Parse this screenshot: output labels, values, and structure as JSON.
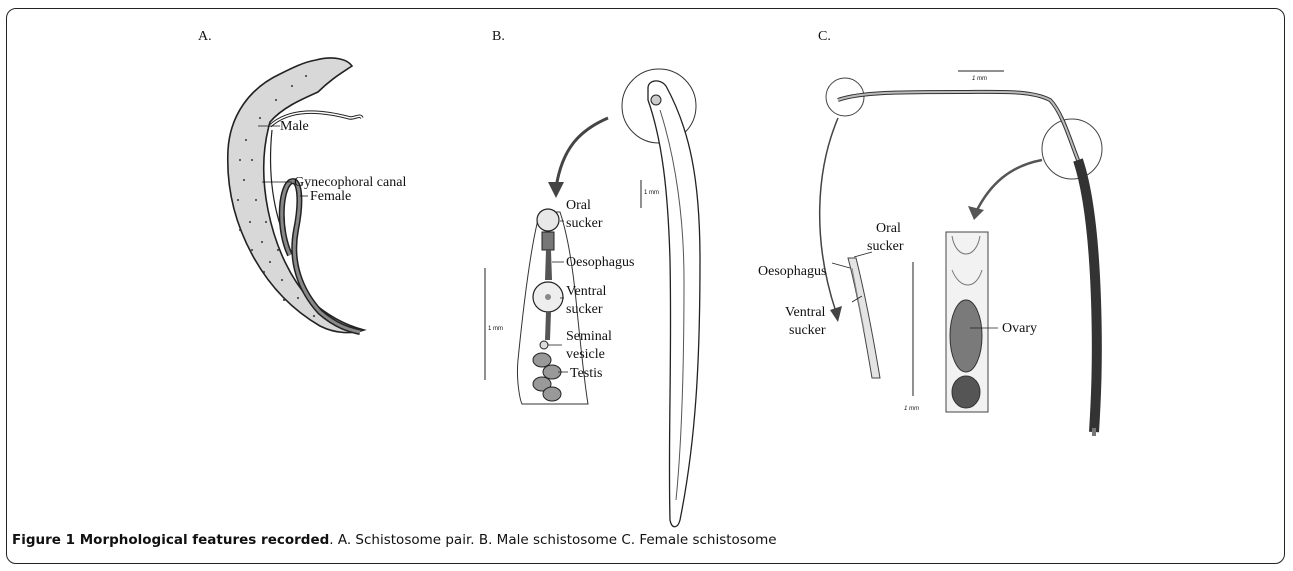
{
  "figure": {
    "panels": {
      "a": "A.",
      "b": "B.",
      "c": "C."
    },
    "panel_a_labels": {
      "male": "Male",
      "canal": "Gynecophoral canal",
      "female": "Female"
    },
    "panel_b_labels": {
      "oral_1": "Oral",
      "oral_2": "sucker",
      "oesophagus": "Oesophagus",
      "ventral_1": "Ventral",
      "ventral_2": "sucker",
      "seminal_1": "Seminal",
      "seminal_2": "vesicle",
      "testis": "Testis",
      "scale_1": "1 mm",
      "scale_2": "1 mm"
    },
    "panel_c_labels": {
      "oral_1": "Oral",
      "oral_2": "sucker",
      "oesophagus": "Oesophagus",
      "ventral_1": "Ventral",
      "ventral_2": "sucker",
      "ovary": "Ovary",
      "scale_1": "1 mm",
      "scale_2": "1 mm"
    }
  },
  "caption": {
    "bold": "Figure 1 Morphological features recorded",
    "text": ". A. Schistosome pair. B. Male schistosome C. Female schistosome"
  }
}
